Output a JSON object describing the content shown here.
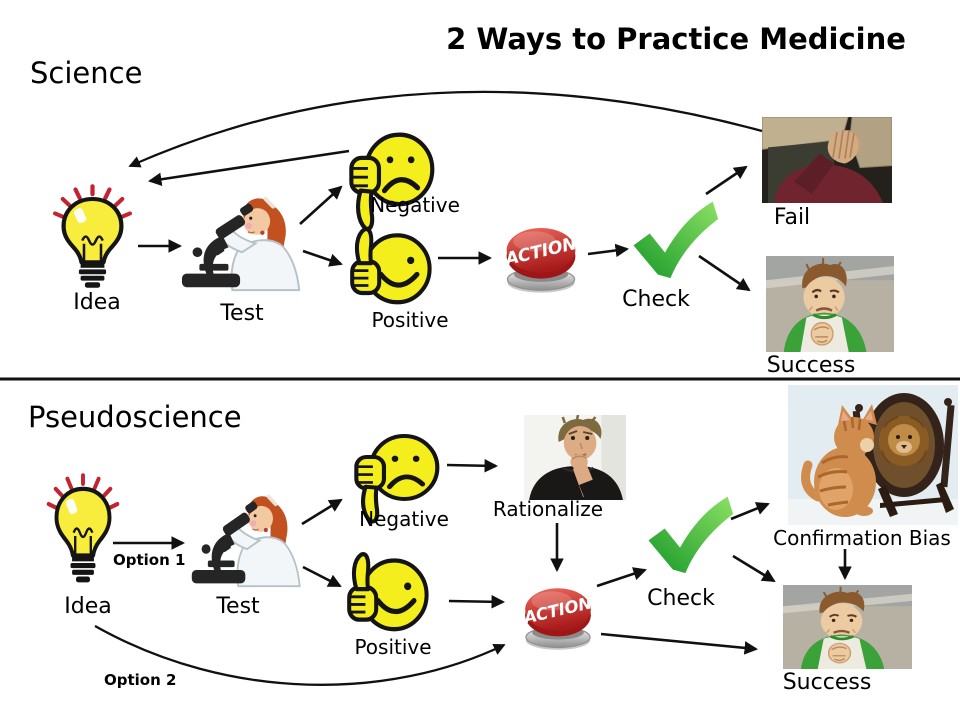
{
  "title": "2 Ways to Practice Medicine",
  "science": {
    "heading": "Science",
    "idea": "Idea",
    "test": "Test",
    "negative": "Negative",
    "positive": "Positive",
    "action": "ACTION",
    "check": "Check",
    "fail": "Fail",
    "success": "Success"
  },
  "pseudoscience": {
    "heading": "Pseudoscience",
    "idea": "Idea",
    "option1": "Option 1",
    "option2": "Option 2",
    "test": "Test",
    "negative": "Negative",
    "positive": "Positive",
    "rationalize": "Rationalize",
    "action": "ACTION",
    "check": "Check",
    "confirmation_bias": "Confirmation Bias",
    "success": "Success"
  },
  "colors": {
    "background": "#ffffff",
    "text": "#000000",
    "arrow": "#101010",
    "face_yellow": "#f4ef1c",
    "action_red": "#c0221f",
    "check_green": "#2eae38",
    "ray_red": "#c42430"
  }
}
